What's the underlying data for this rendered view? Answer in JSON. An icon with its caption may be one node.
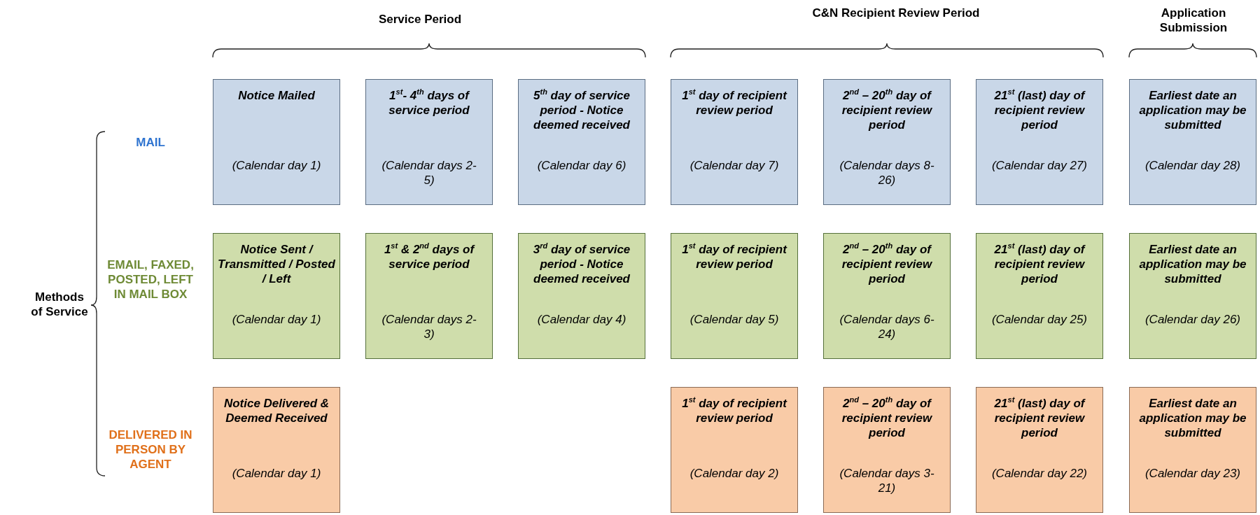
{
  "diagram": {
    "nodes": [
      {
        "text": [
          "Notice Mailed",
          "(Calendar day 1)"
        ]
      },
      {
        "text": [
          "1$^{st}$- 4$^{th}$ days of service period",
          "(Calendar days 2-5)"
        ]
      },
      {
        "text": [
          "5$^{th}$ day of service period - Notice deemed received",
          "(Calendar day 6)"
        ]
      },
      {
        "text": [
          "1$^{st}$ day of recipient review period",
          "(Calendar day 7)"
        ]
      },
      {
        "text": [
          "2$^{nd}$ – 20$^{th}$ day of recipient review period",
          "(Calendar days 8-26)"
        ]
      },
      {
        "text": [
          "21$^{st}$ (last) day of recipient review period",
          "(Calendar day 27)"
        ]
      },
      {
        "text": [
          "Earliest date an application may be submitted",
          "(Calendar day 28)"
        ]
      },
      {
        "text": [
          "Notice Sent / Transmitted / Posted / Left",
          "(Calendar day 1)"
        ]
      },
      {
        "text": [
          "1$^{st}$ & 2$^{nd}$ days of service period",
          "(Calendar days 2-3)"
        ]
      },
      {
        "text": [
          "3$^{rd}$ day of service period - Notice deemed received",
          "(Calendar day 4)"
        ]
      },
      {
        "text": [
          "1$^{st}$ day of recipient review period",
          "(Calendar day 5)"
        ]
      },
      {
        "text": [
          "2$^{nd}$ – 20$^{th}$ day of recipient review period",
          "(Calendar days 6-24)"
        ]
      },
      {
        "text": [
          "21$^{st}$ (last) day of recipient review period",
          "(Calendar day 25)"
        ]
      },
      {
        "text": [
          "Earliest date an application may be submitted",
          "(Calendar day 26)"
        ]
      },
      {
        "text": [
          "Notice Delivered & Deemed Received",
          "(Calendar day 1)"
        ]
      },
      {
        "text": [
          "1$^{st}$ day of recipient review period",
          "(Calendar day 2)"
        ]
      },
      {
        "text": [
          "2$^{nd}$ – 20$^{th}$ day of recipient review period",
          "(Calendar days 3-21)"
        ]
      },
      {
        "text": [
          "21$^{st}$ (last) day of recipient review period",
          "(Calendar day 22)"
        ]
      },
      {
        "text": [
          "Earliest date an application may be submitted",
          "(Calendar day 23)"
        ]
      }
    ],
    "labels": [
      "Service Period",
      "C&N Recipient Review Period",
      "Application Submission",
      "Methods of Service",
      "MAIL",
      "EMAIL, FAXED, POSTED, LEFT IN MAIL BOX",
      "DELIVERED IN PERSON BY AGENT"
    ]
  }
}
